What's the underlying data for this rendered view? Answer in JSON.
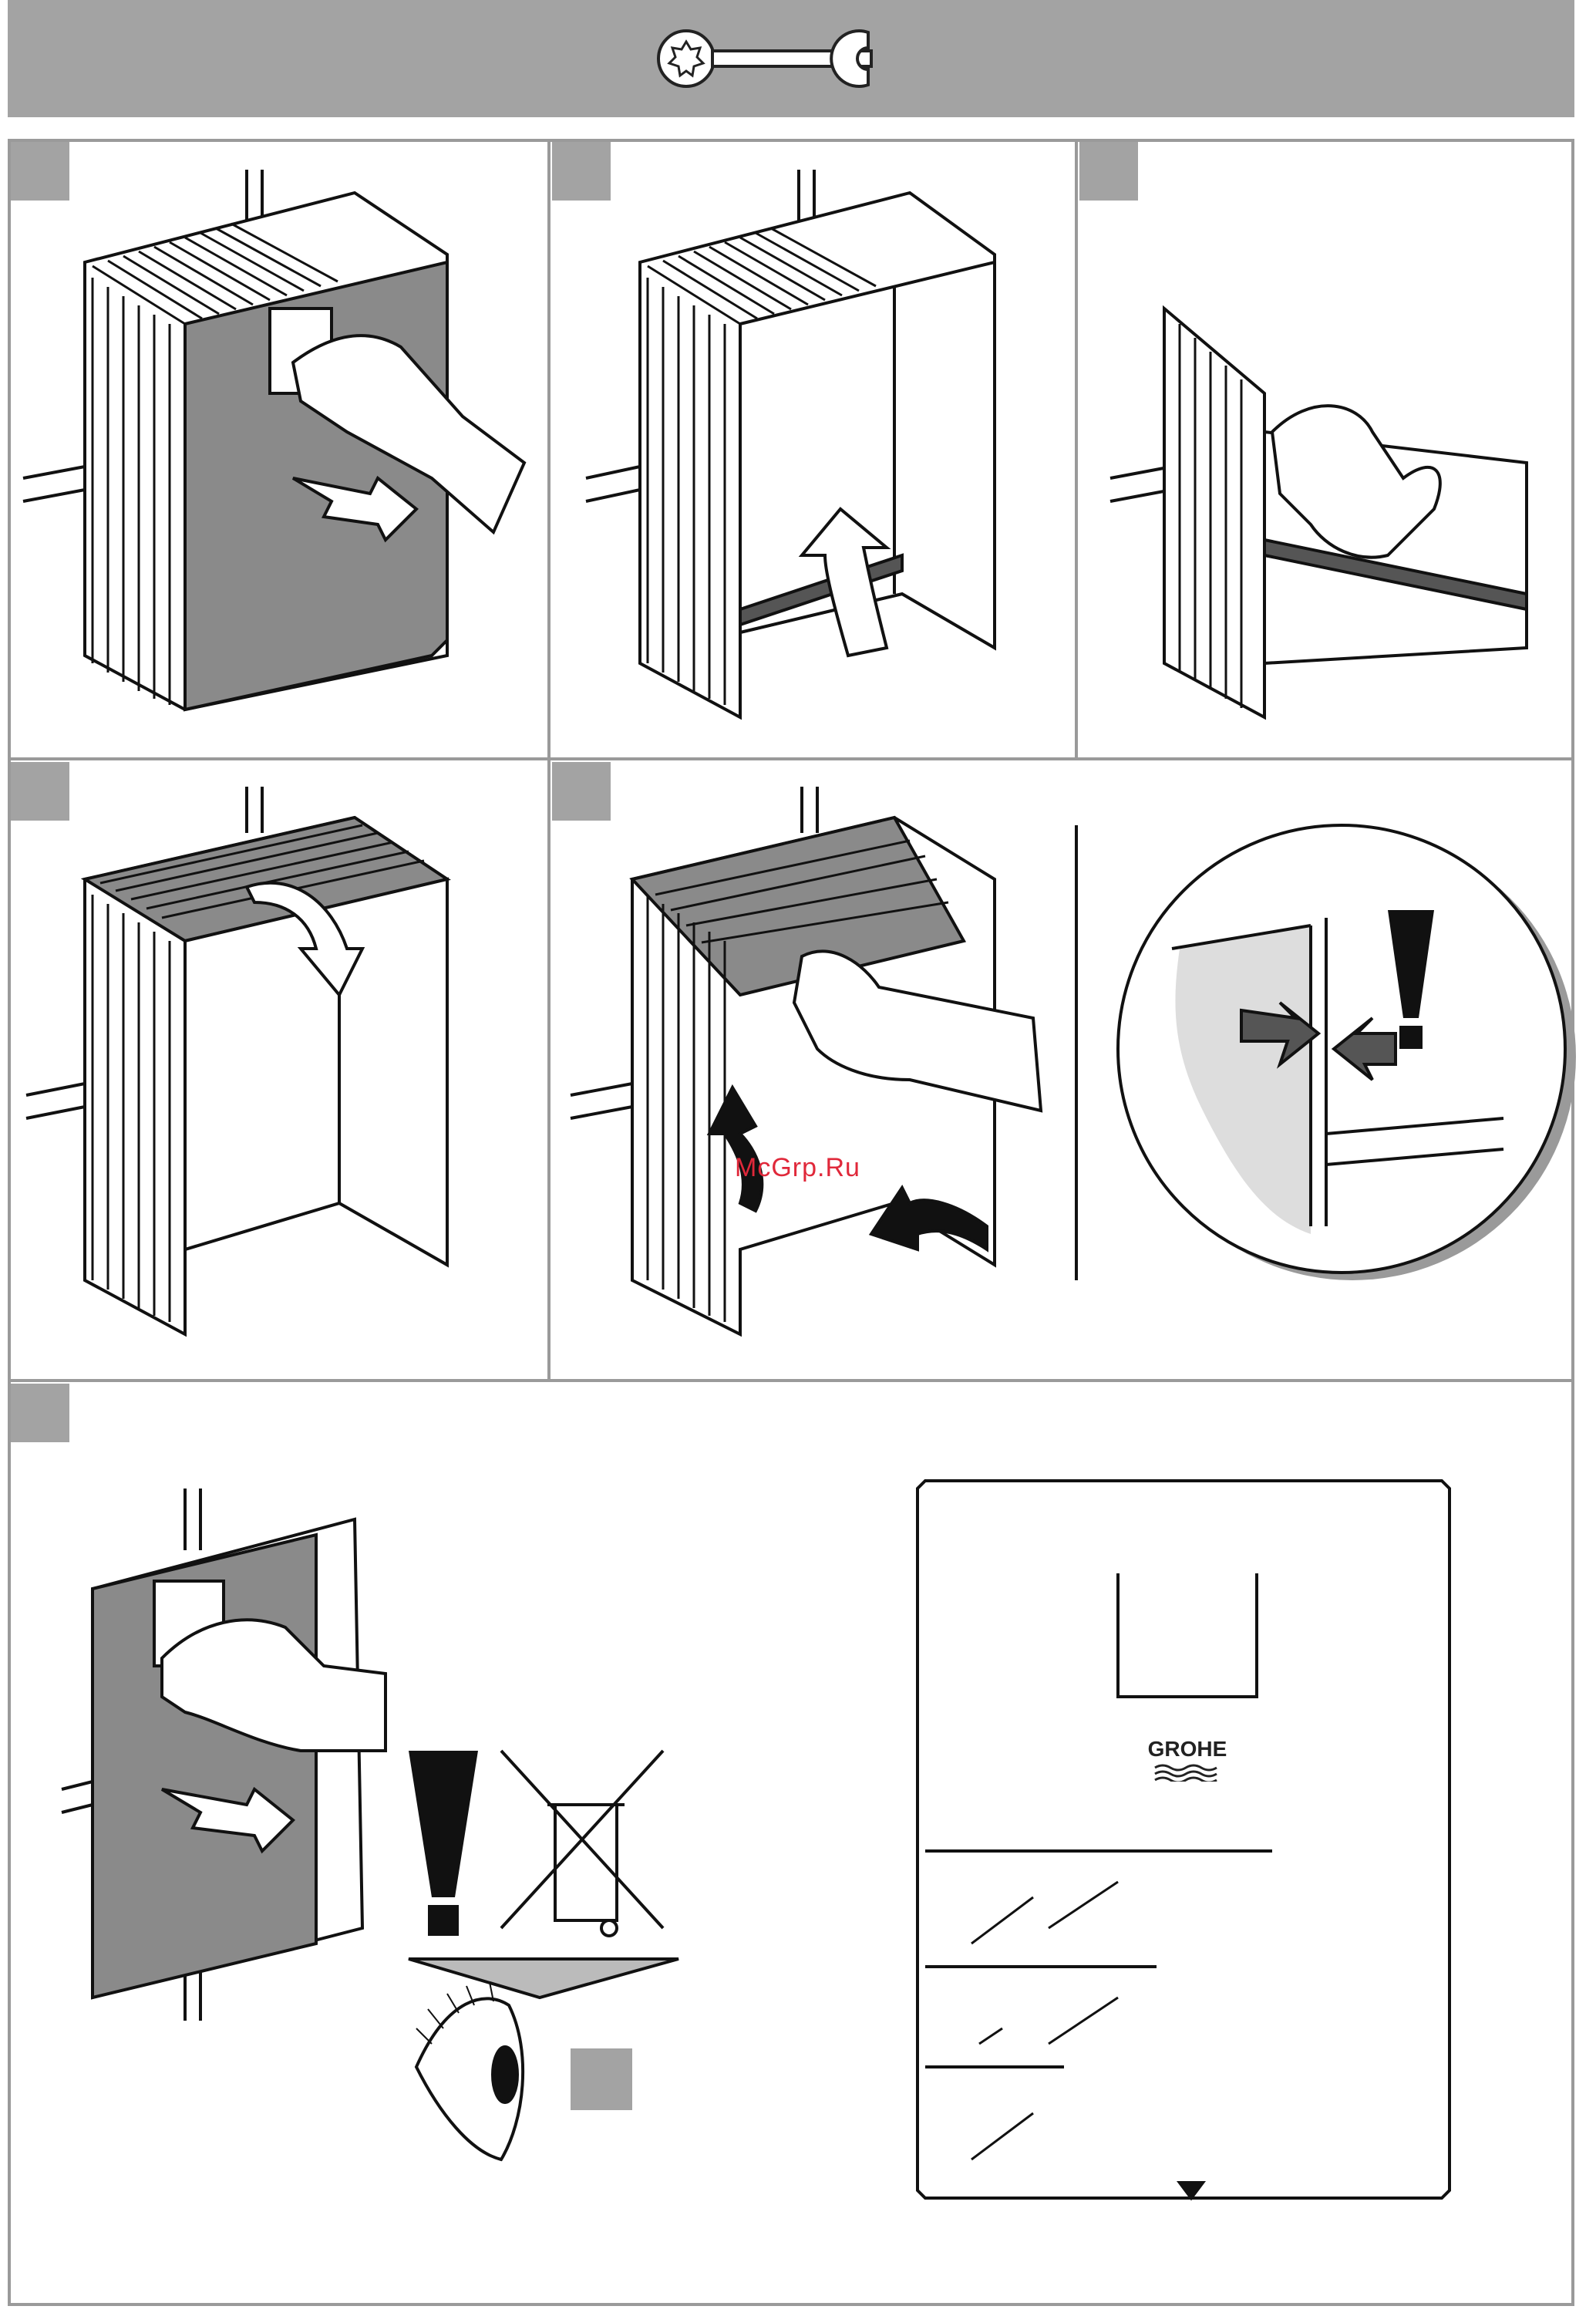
{
  "header": {
    "icon": "wrench-icon",
    "color": "#a3a3a3"
  },
  "steps": [
    {
      "id": 1,
      "icon": "hand-remove-cover-icon"
    },
    {
      "id": 2,
      "icon": "arrow-lift-icon"
    },
    {
      "id": 3,
      "icon": "hand-strip-icon"
    },
    {
      "id": 4,
      "icon": "arrow-fold-icon"
    },
    {
      "id": 5,
      "icon": "hand-fit-top-icon"
    },
    {
      "id": 6,
      "icon": "hand-remove-panel-icon"
    }
  ],
  "detail": {
    "icon": "warning-exclamation-icon"
  },
  "disposal": {
    "warning": "warning-exclamation-icon",
    "bin": "crossed-bin-icon",
    "eye": "eye-icon"
  },
  "template": {
    "brand": "GROHE",
    "icon": "grohe-waves-icon"
  },
  "watermark": "McGrp.Ru",
  "colors": {
    "gray": "#a3a3a3",
    "dark": "#8a8a8a",
    "line": "#111111",
    "watermark": "#e0283a"
  }
}
